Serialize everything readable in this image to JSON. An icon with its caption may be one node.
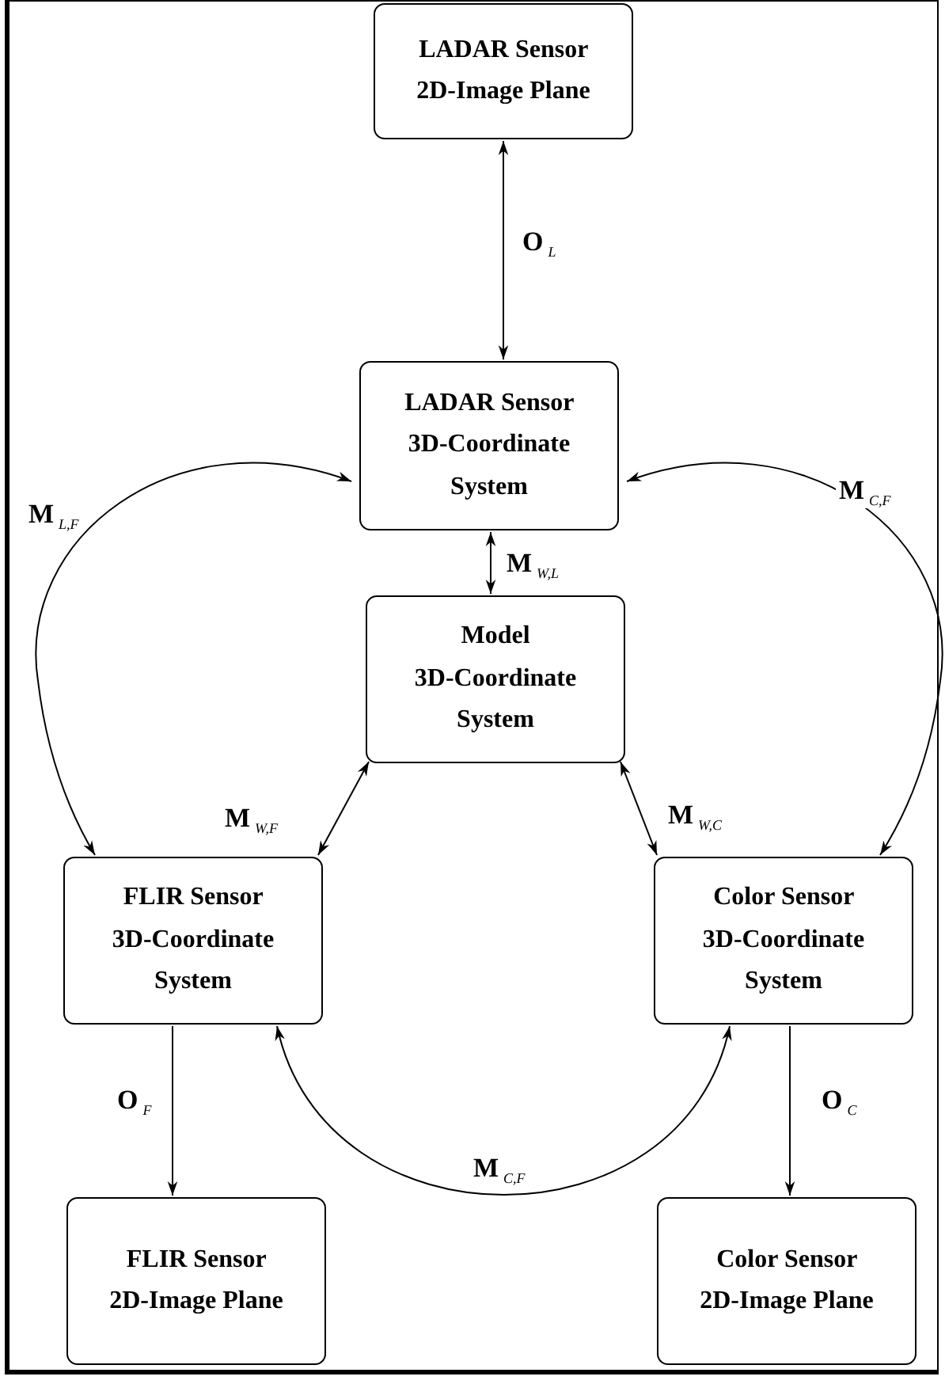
{
  "diagram": {
    "nodes": [
      {
        "text": [
          "LADAR Sensor 2D-Image Plane"
        ]
      },
      {
        "text": [
          "LADAR Sensor 3D-Coordinate System"
        ]
      },
      {
        "text": [
          "Model 3D-Coordinate System"
        ]
      },
      {
        "text": [
          "FLIR Sensor 3D-Coordinate System"
        ]
      },
      {
        "text": [
          "Color Sensor 3D-Coordinate System"
        ]
      },
      {
        "text": [
          "FLIR Sensor 2D-Image Plane"
        ]
      },
      {
        "text": [
          "Color Sensor 2D-Image Plane"
        ]
      }
    ],
    "edges": [
      {
        "from": 0,
        "to": 1,
        "arrow": "both",
        "label": "O$_{L}$"
      },
      {
        "from": 1,
        "to": 2,
        "arrow": "both",
        "label": "M$_{W,L}$"
      },
      {
        "from": 2,
        "to": 3,
        "arrow": "both",
        "label": "M$_{W,F}$"
      },
      {
        "from": 2,
        "to": 4,
        "arrow": "both",
        "label": "M$_{W,C}$"
      },
      {
        "from": 1,
        "to": 3,
        "arrow": "both",
        "label": "M$_{L,F}$"
      },
      {
        "from": 1,
        "to": 4,
        "arrow": "both",
        "label": "M$_{C,F}$"
      },
      {
        "from": 3,
        "to": 4,
        "arrow": "both",
        "label": "M$_{C,F}$"
      },
      {
        "from": 3,
        "to": 5,
        "arrow": "to",
        "label": "O$_{F}$"
      },
      {
        "from": 4,
        "to": 6,
        "arrow": "to",
        "label": "O$_{C}$"
      }
    ]
  }
}
